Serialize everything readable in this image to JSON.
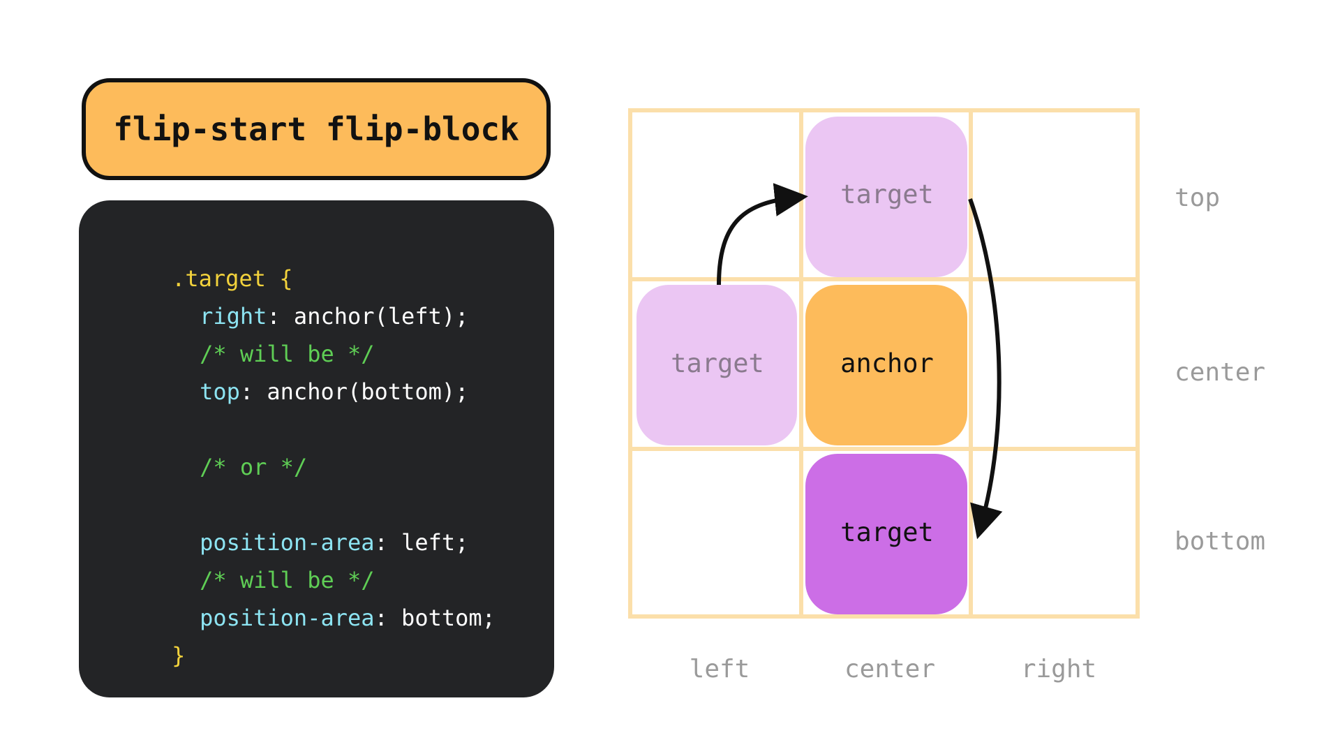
{
  "title": "flip-start flip-block",
  "code": {
    "lines": [
      {
        "tokens": [
          {
            "type": "selector",
            "text": ".target {"
          }
        ]
      },
      {
        "tokens": [
          {
            "type": "prop",
            "text": "right"
          },
          {
            "type": "value",
            "text": ": anchor(left);"
          }
        ]
      },
      {
        "tokens": [
          {
            "type": "comment",
            "text": "/* will be */"
          }
        ]
      },
      {
        "tokens": [
          {
            "type": "prop",
            "text": "top"
          },
          {
            "type": "value",
            "text": ": anchor(bottom);"
          }
        ]
      },
      {
        "tokens": [
          {
            "type": "comment",
            "text": "/* or */"
          }
        ]
      },
      {
        "tokens": [
          {
            "type": "prop",
            "text": "position-area"
          },
          {
            "type": "value",
            "text": ": left;"
          }
        ]
      },
      {
        "tokens": [
          {
            "type": "comment",
            "text": "/* will be */"
          }
        ]
      },
      {
        "tokens": [
          {
            "type": "prop",
            "text": "position-area"
          },
          {
            "type": "value",
            "text": ": bottom;"
          }
        ]
      },
      {
        "tokens": [
          {
            "type": "selector",
            "text": "}"
          }
        ]
      }
    ]
  },
  "grid": {
    "row_labels": [
      "top",
      "center",
      "bottom"
    ],
    "col_labels": [
      "left",
      "center",
      "right"
    ],
    "boxes": {
      "target_top": "target",
      "target_left": "target",
      "anchor": "anchor",
      "target_bottom": "target"
    }
  },
  "colors": {
    "title_bg": "#fdbb5b",
    "code_bg": "#232426",
    "selector": "#f2d23c",
    "prop": "#8de4f2",
    "comment": "#5fce55",
    "grid_line": "#fbdfaa",
    "target_faded": "#ebc6f3",
    "anchor": "#fdbb5b",
    "target_active": "#cc6ee6",
    "label": "#9a9a9a"
  }
}
